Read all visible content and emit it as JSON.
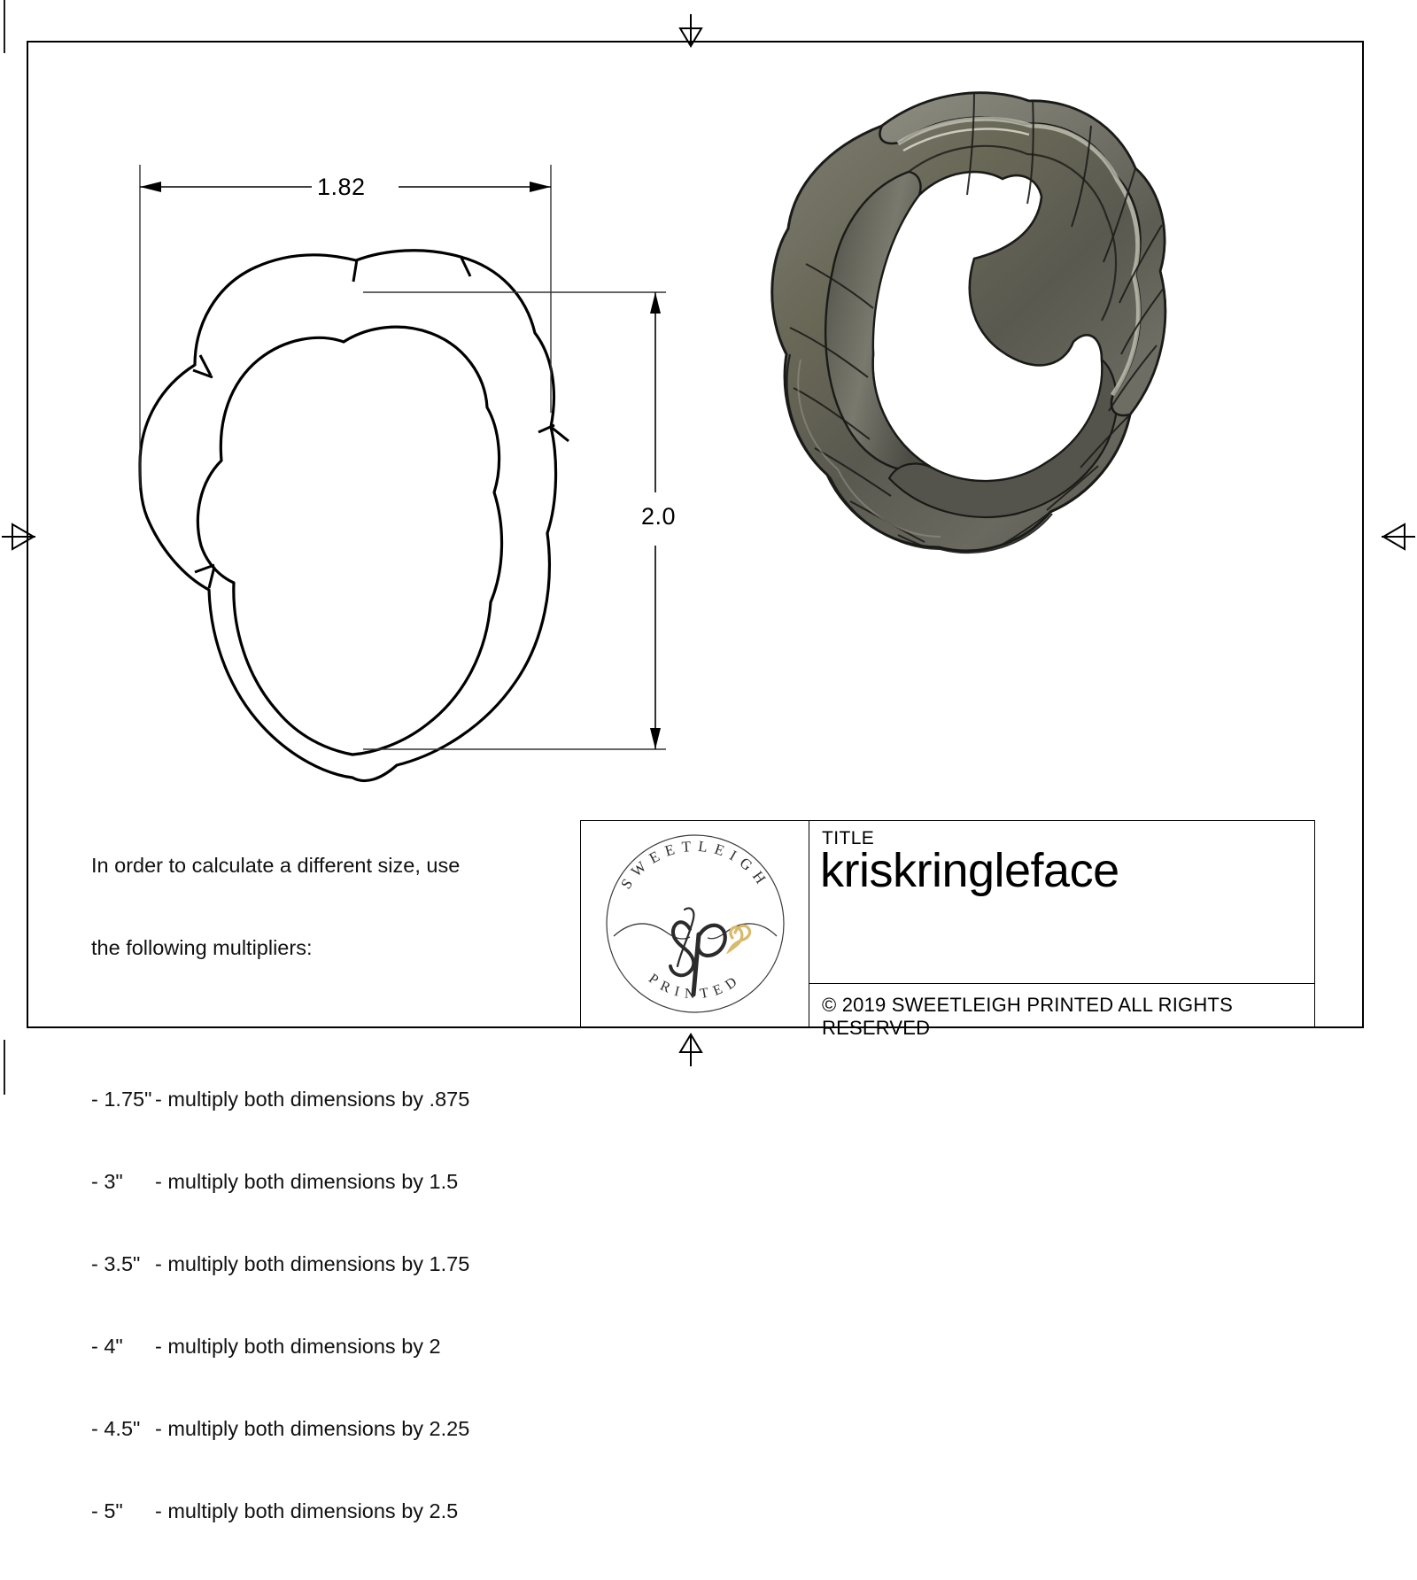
{
  "document": {
    "kind": "technical-drawing",
    "sheet_title": "kriskringleface"
  },
  "dimensions": {
    "width_label": "1.82",
    "height_label": "2.0"
  },
  "note": {
    "heading_line1": "In order to calculate a different size, use",
    "heading_line2": "the following multipliers:",
    "rows": [
      {
        "size": "- 1.75\"",
        "text": "- multiply both dimensions by .875"
      },
      {
        "size": "- 3\"",
        "text": "- multiply both dimensions by 1.5"
      },
      {
        "size": "- 3.5\"",
        "text": "- multiply both dimensions by 1.75"
      },
      {
        "size": "- 4\"",
        "text": "- multiply both dimensions by 2"
      },
      {
        "size": "- 4.5\"",
        "text": "- multiply both dimensions by 2.25"
      },
      {
        "size": "- 5\"",
        "text": "- multiply both dimensions by 2.5"
      }
    ]
  },
  "title_block": {
    "title_label": "TITLE",
    "title_value": "kriskringleface",
    "copyright": "© 2019  SWEETLEIGH PRINTED  ALL RIGHTS RESERVED",
    "logo": {
      "top_arc_text": "SWEETLEIGH",
      "bottom_arc_text": "PRINTED",
      "monogram": "sp",
      "heart_color": "#d9b96a"
    }
  },
  "colors": {
    "line": "#000000",
    "thin_line": "#333333",
    "render_body": "#6b6a5f",
    "render_dark": "#4a493f",
    "render_light": "#8d8c80",
    "render_highlight": "#b3b2a6",
    "background": "#ffffff"
  }
}
